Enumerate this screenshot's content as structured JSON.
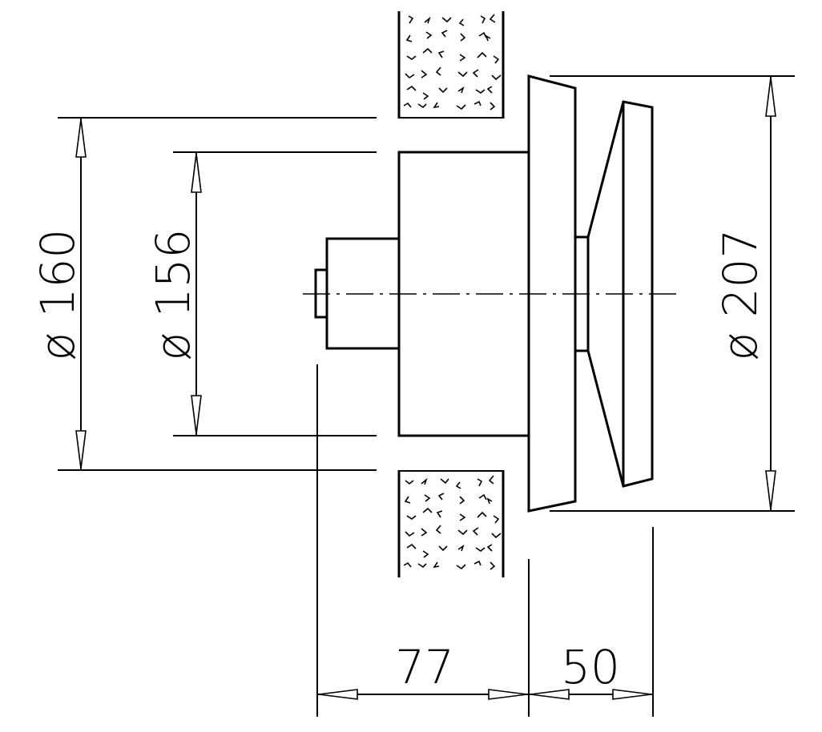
{
  "dimensions": {
    "dia_160": "ø 160",
    "dia_156": "ø 156",
    "dia_207": "ø 207",
    "len_77": "77",
    "len_50": "50"
  },
  "colors": {
    "line": "#000000",
    "background": "#ffffff"
  }
}
